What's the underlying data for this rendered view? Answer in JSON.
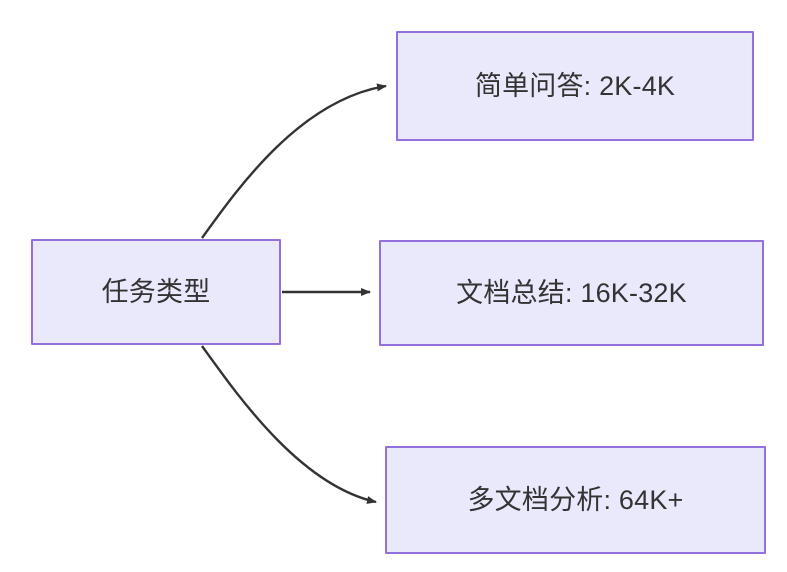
{
  "diagram": {
    "type": "flowchart",
    "direction": "left-to-right",
    "background_color": "#ffffff",
    "node_fill_color": "#eae8fb",
    "node_border_color": "#9370db",
    "node_text_color": "#333333",
    "edge_color": "#333333",
    "nodes": [
      {
        "id": "root",
        "label": "任务类型"
      },
      {
        "id": "simple_qa",
        "label": "简单问答: 2K-4K"
      },
      {
        "id": "doc_summary",
        "label": "文档总结: 16K-32K"
      },
      {
        "id": "multi_doc",
        "label": "多文档分析: 64K+"
      }
    ],
    "edges": [
      {
        "id": "edge-root-simple-qa",
        "from": "root",
        "to": "simple_qa",
        "label": "",
        "style": "curved-arrow"
      },
      {
        "id": "edge-root-doc-summary",
        "from": "root",
        "to": "doc_summary",
        "label": "",
        "style": "straight-arrow"
      },
      {
        "id": "edge-root-multi-doc",
        "from": "root",
        "to": "multi_doc",
        "label": "",
        "style": "curved-arrow"
      }
    ]
  }
}
